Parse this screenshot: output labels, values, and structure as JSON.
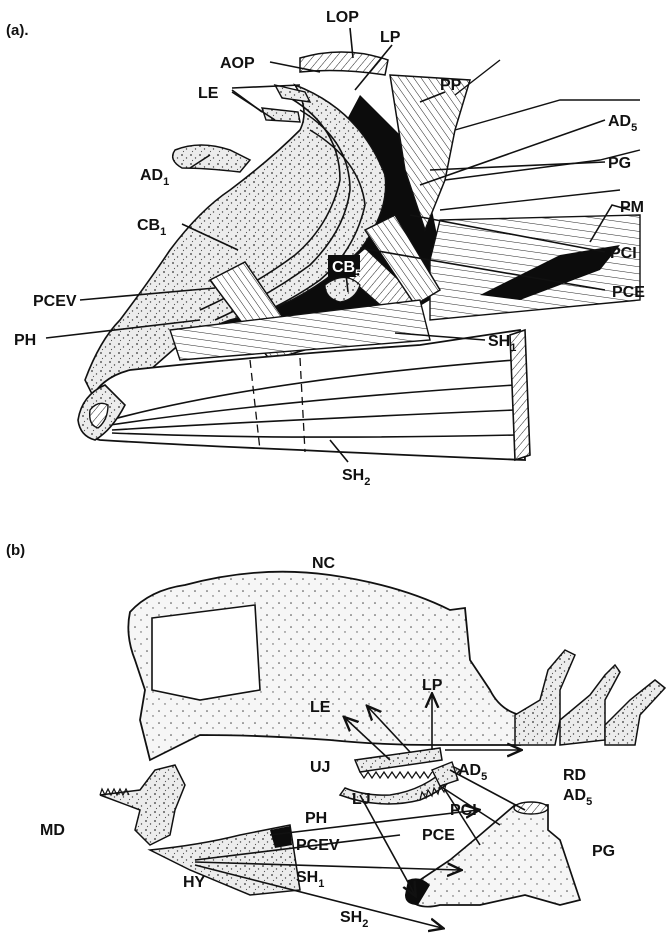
{
  "panel_a": {
    "tag": "(a).",
    "labels": {
      "lop": "LOP",
      "lp": "LP",
      "aop": "AOP",
      "pp": "PP",
      "le": "LE",
      "ad5_main": "AD",
      "ad5_sub": "5",
      "pg": "PG",
      "ad1_main": "AD",
      "ad1_sub": "1",
      "pm": "PM",
      "cb1_main": "CB",
      "cb1_sub": "1",
      "pci": "PCI",
      "cb5_main": "CB",
      "cb5_sub": "5",
      "pcev": "PCEV",
      "pce": "PCE",
      "ph": "PH",
      "sh1_main": "SH",
      "sh1_sub": "1",
      "sh2_main": "SH",
      "sh2_sub": "2"
    }
  },
  "panel_b": {
    "tag": "(b)",
    "labels": {
      "nc": "NC",
      "lp": "LP",
      "le": "LE",
      "uj": "UJ",
      "ad5_main": "AD",
      "ad5_sub": "5",
      "rd": "RD",
      "ad5b_main": "AD",
      "ad5b_sub": "5",
      "lj": "LJ",
      "pci": "PCI",
      "pce": "PCE",
      "ph": "PH",
      "md": "MD",
      "pcev": "PCEV",
      "pg": "PG",
      "hy": "HY",
      "sh1_main": "SH",
      "sh1_sub": "1",
      "sh2_main": "SH",
      "sh2_sub": "2"
    }
  }
}
